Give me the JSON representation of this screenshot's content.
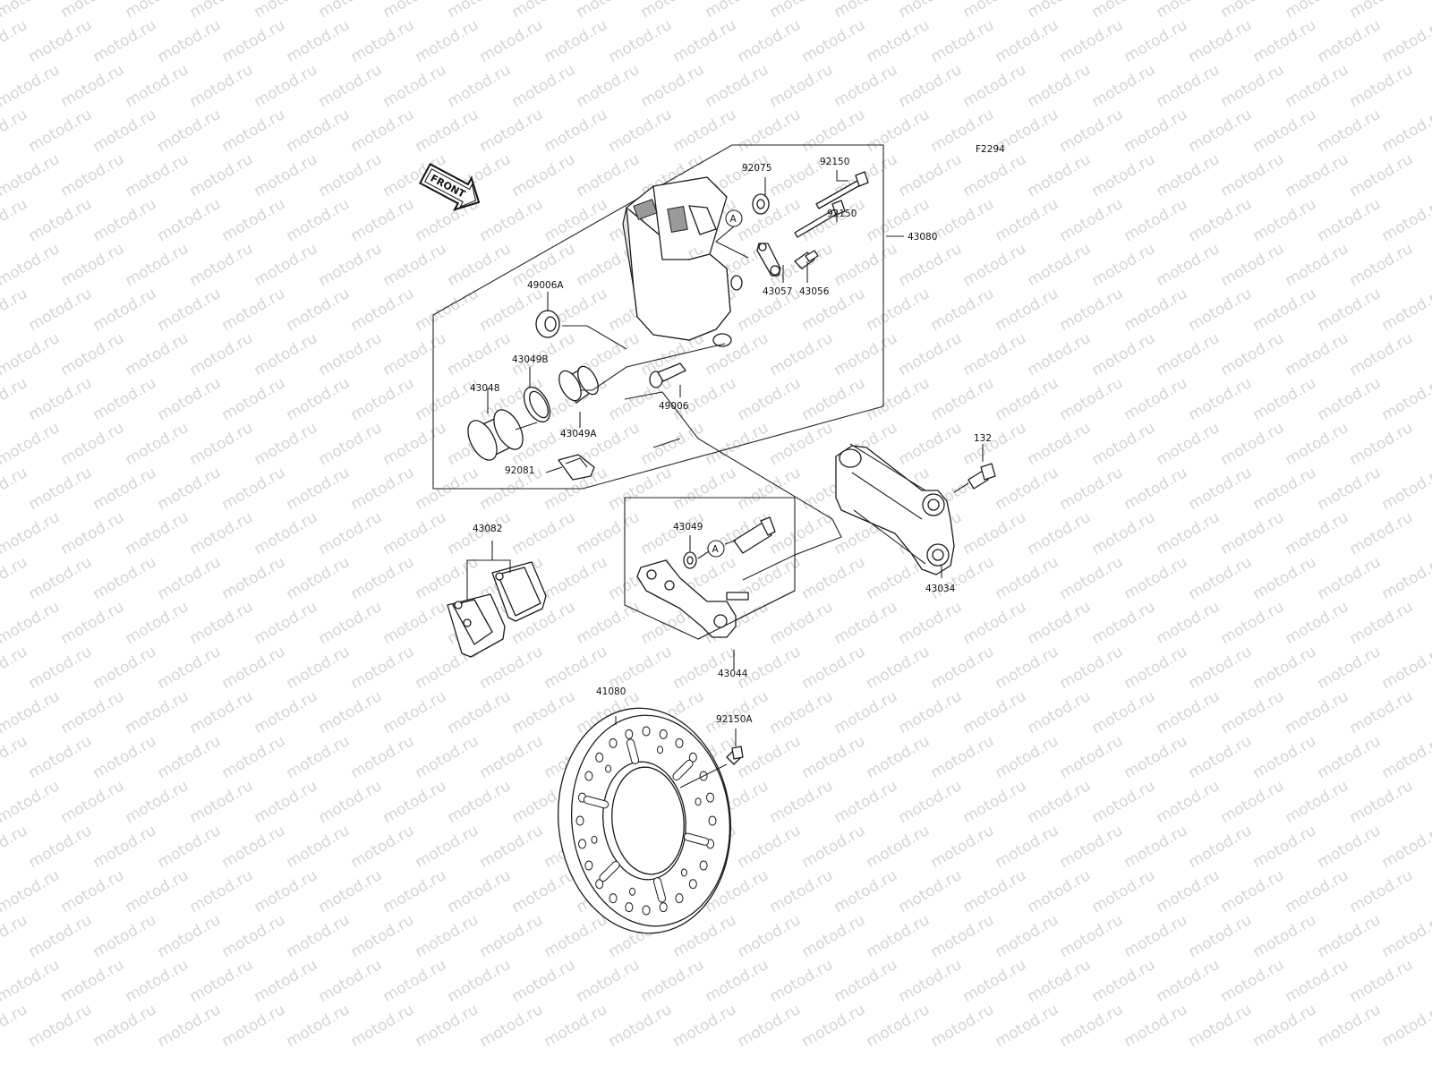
{
  "watermark": {
    "text": "motod.ru"
  },
  "figure_code": "F2294",
  "front_arrow": {
    "text": "FRONT"
  },
  "ref_circle": "A",
  "labels": {
    "p92075": "92075",
    "p92150_top": "92150",
    "p92150_mid": "92150",
    "p43080": "43080",
    "p49006A": "49006A",
    "p43057": "43057",
    "p43056": "43056",
    "p43049B": "43049B",
    "p43048": "43048",
    "p49006": "49006",
    "p43049A": "43049A",
    "p92081": "92081",
    "p132": "132",
    "p43082": "43082",
    "p43049": "43049",
    "p43034": "43034",
    "p43044": "43044",
    "p41080": "41080",
    "p92150A": "92150A"
  }
}
